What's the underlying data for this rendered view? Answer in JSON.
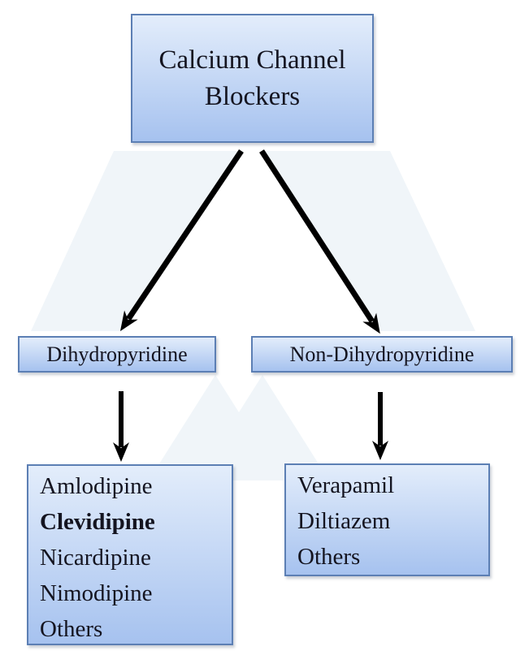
{
  "diagram": {
    "root_label": "Calcium Channel Blockers",
    "branches": [
      {
        "label": "Dihydropyridine",
        "drugs": [
          "Amlodipine",
          "Clevidipine",
          "Nicardipine",
          "Nimodipine",
          "Others"
        ],
        "emphasized_drug": "Clevidipine"
      },
      {
        "label": "Non-Dihydropyridine",
        "drugs": [
          "Verapamil",
          "Diltiazem",
          "Others"
        ]
      }
    ],
    "connectors": [
      "arrow-root-to-dihydropyridine",
      "arrow-root-to-non-dihydropyridine",
      "arrow-dihydropyridine-to-drugs",
      "arrow-non-dihydropyridine-to-drugs"
    ],
    "colors": {
      "background": "#ffffff",
      "box_fill_top": "#e3edfb",
      "box_fill_bottom": "#a6c2ef",
      "box_border": "#5c7fb4",
      "arrow": "#000000",
      "text": "#141420",
      "watermark": "#f0f5f9"
    }
  }
}
